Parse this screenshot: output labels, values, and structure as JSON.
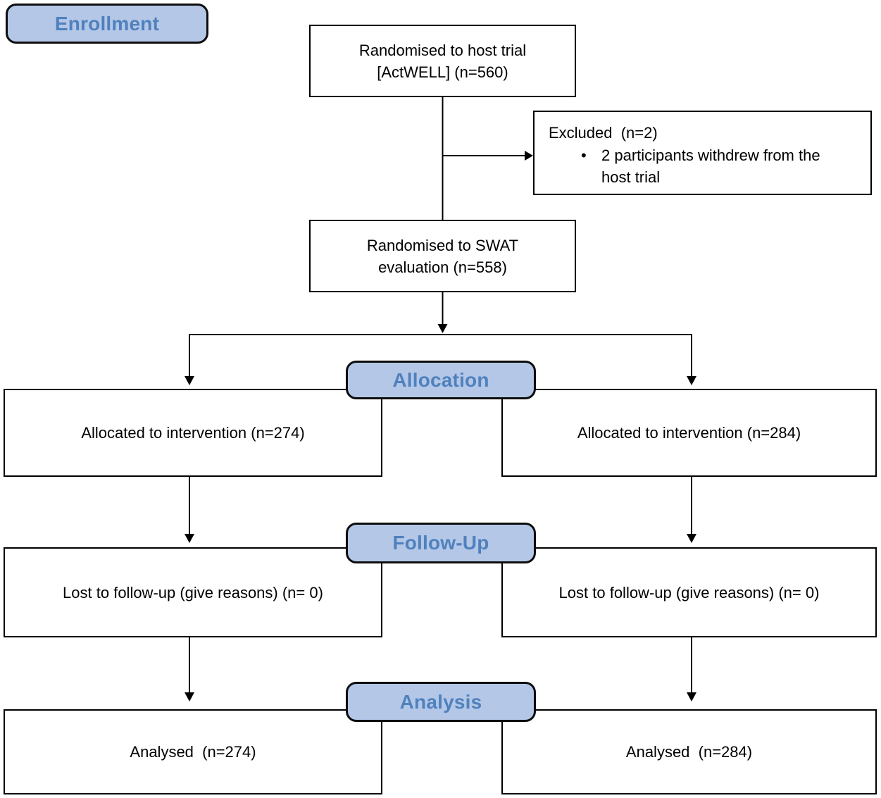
{
  "stages": {
    "enrollment": "Enrollment",
    "allocation": "Allocation",
    "follow_up": "Follow-Up",
    "analysis": "Analysis"
  },
  "boxes": {
    "host_trial": {
      "line1": "Randomised to host trial",
      "line2": "[ActWELL] (n=560)"
    },
    "excluded": {
      "title": "Excluded  (n=2)",
      "bullet_glyph": "•",
      "bullet_text": "2 participants withdrew from the host trial"
    },
    "swat": {
      "line1": "Randomised to SWAT",
      "line2": "evaluation (n=558)"
    },
    "allocation_left": {
      "text": "Allocated to intervention (n=274)"
    },
    "allocation_right": {
      "text": "Allocated to intervention (n=284)"
    },
    "followup_left": {
      "text": "Lost to follow-up (give reasons) (n= 0)"
    },
    "followup_right": {
      "text": "Lost to follow-up (give reasons) (n= 0)"
    },
    "analysis_left": {
      "text": "Analysed  (n=274)"
    },
    "analysis_right": {
      "text": "Analysed  (n=284)"
    }
  },
  "colors": {
    "stage_fill": "#b4c7e7",
    "stage_text": "#4f81bd",
    "line_color": "#000000",
    "box_border": "#000000"
  }
}
